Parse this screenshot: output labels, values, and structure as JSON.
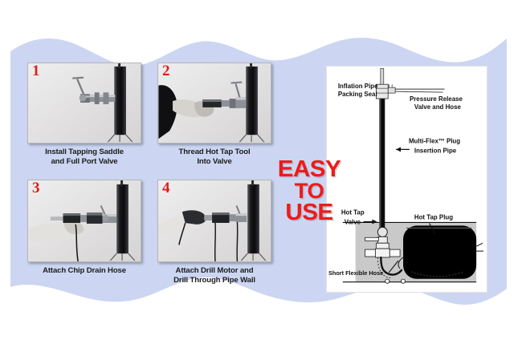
{
  "document": {
    "type": "hot-tap-installation-instruction-graphic",
    "background_color": "#ffffff",
    "panel_color": "#ccd6f2"
  },
  "steps": {
    "items": [
      {
        "number": "1",
        "caption_line1": "Install Tapping Saddle",
        "caption_line2": "and Full Port Valve",
        "photo_name": "tapping-saddle-on-pipe-photo"
      },
      {
        "number": "2",
        "caption_line1": "Thread Hot Tap Tool",
        "caption_line2": "Into Valve",
        "photo_name": "threading-hot-tap-tool-photo"
      },
      {
        "number": "3",
        "caption_line1": "Attach Chip Drain Hose",
        "caption_line2": "",
        "photo_name": "attach-chip-drain-hose-photo"
      },
      {
        "number": "4",
        "caption_line1": "Attach Drill Motor and",
        "caption_line2": "Drill Through Pipe Wall",
        "photo_name": "attach-drill-motor-photo"
      }
    ],
    "number_color": "#e21b16"
  },
  "slogan": {
    "line1": "EASY",
    "line2": "TO",
    "line3": "USE",
    "color": "#ee1b18"
  },
  "diagram": {
    "title": "hot-tap-plug-assembly-cutaway",
    "labels": [
      {
        "name": "inflation-pipe-packing-seal",
        "line1": "Inflation Pipe",
        "line2": "Packing Seal",
        "pointer": "none"
      },
      {
        "name": "pressure-release-valve-and-hose",
        "line1": "Pressure Release",
        "line2": "Valve and Hose",
        "pointer": "none"
      },
      {
        "name": "multi-flex-plug-insertion-pipe",
        "line1": "Multi-Flex™ Plug",
        "line2": "Insertion Pipe",
        "pointer": "arrow-left"
      },
      {
        "name": "hot-tap-valve",
        "line1": "Hot Tap",
        "line2": "Valve",
        "pointer": "arrow-right"
      },
      {
        "name": "hot-tap-plug",
        "line1": "Hot Tap Plug",
        "line2": "",
        "pointer": "leader-line"
      },
      {
        "name": "short-flexible-hose",
        "line1": "Short Flexible Hose",
        "line2": "",
        "pointer": "leader-line"
      }
    ]
  }
}
